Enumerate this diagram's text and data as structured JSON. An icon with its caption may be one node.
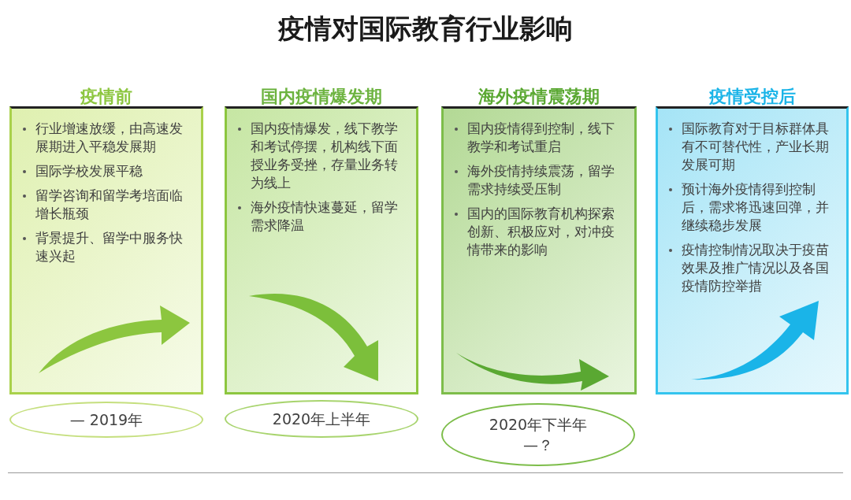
{
  "diagram": {
    "title": "疫情对国际教育行业影响",
    "nodes": [
      {
        "text": [
          "疫情前",
          "行业增速放缓，由高速发展期进入平稳发展期",
          "国际学校发展平稳",
          "留学咨询和留学考培面临增长瓶颈",
          "背景提升、留学中服务快速兴起"
        ]
      },
      {
        "text": [
          "国内疫情爆发期",
          "国内疫情爆发，线下教学和考试停摆，机构线下面授业务受挫，存量业务转为线上",
          "海外疫情快速蔓延，留学需求降温"
        ]
      },
      {
        "text": [
          "海外疫情震荡期",
          "国内疫情得到控制，线下教学和考试重启",
          "海外疫情持续震荡，留学需求持续受压制",
          "国内的国际教育机构探索创新、积极应对，对冲疫情带来的影响"
        ]
      },
      {
        "text": [
          "疫情受控后",
          "国际教育对于目标群体具有不可替代性，产业长期发展可期",
          "预计海外疫情得到控制后，需求将迅速回弹，并继续稳步发展",
          "疫情控制情况取决于疫苗效果及推广情况以及各国疫情防控举措"
        ]
      },
      {
        "text": [
          "— 2019年"
        ]
      },
      {
        "text": [
          "2020年上半年"
        ]
      },
      {
        "text": [
          "2020年下半年 —？"
        ]
      }
    ]
  }
}
